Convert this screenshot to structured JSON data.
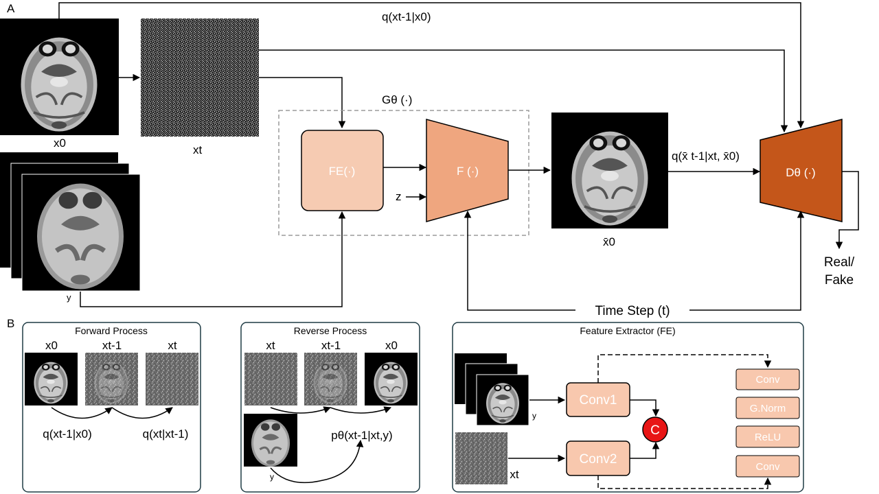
{
  "panel_a": {
    "label": "A",
    "x0_label": "x0",
    "xt_label": "xt",
    "y_label": "y",
    "q_top": "q(xt-1|x0)",
    "g_label": "Gθ (·)",
    "fe_label": "FE(·)",
    "f_label": "F (·)",
    "z_label": "z",
    "xbar_label": "x̄0",
    "q_bar": "q(x̄ t-1|xt, x̄0)",
    "d_label": "Dθ (·)",
    "real_fake_1": "Real/",
    "real_fake_2": "Fake",
    "time_step": "Time Step (t)"
  },
  "panel_b": {
    "label": "B",
    "forward": {
      "title": "Forward Process",
      "x0": "x0",
      "xt1": "xt-1",
      "xt": "xt",
      "q1": "q(xt-1|x0)",
      "q2": "q(xt|xt-1)"
    },
    "reverse": {
      "title": "Reverse Process",
      "xt": "xt",
      "xt1": "xt-1",
      "x0": "x0",
      "y": "y",
      "p": "pθ(xt-1|xt,y)"
    },
    "fe": {
      "title": "Feature Extractor (FE)",
      "y": "y",
      "xt": "xt",
      "conv1": "Conv1",
      "conv2": "Conv2",
      "concat": "C",
      "stack": [
        "Conv",
        "G.Norm",
        "ReLU",
        "Conv"
      ]
    }
  },
  "colors": {
    "box_light": "#F6CBB2",
    "box_mid": "#EFA67F",
    "disc": "#C4561A",
    "fe_stack": "#F8C8AE",
    "concat": "#E81515",
    "panel_border": "#1F3B44"
  }
}
